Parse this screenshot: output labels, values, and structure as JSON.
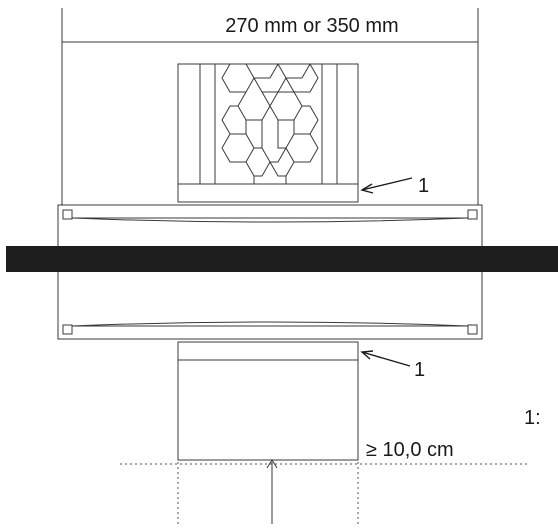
{
  "dimension_top": "270 mm or 350 mm",
  "callouts": [
    {
      "label": "1"
    },
    {
      "label": "1"
    }
  ],
  "legend_number": "1:",
  "dimension_bottom": "≥ 10,0  cm",
  "colors": {
    "line": "#3a3a3a",
    "pipe": "#1e1e1e",
    "background": "#ffffff"
  }
}
